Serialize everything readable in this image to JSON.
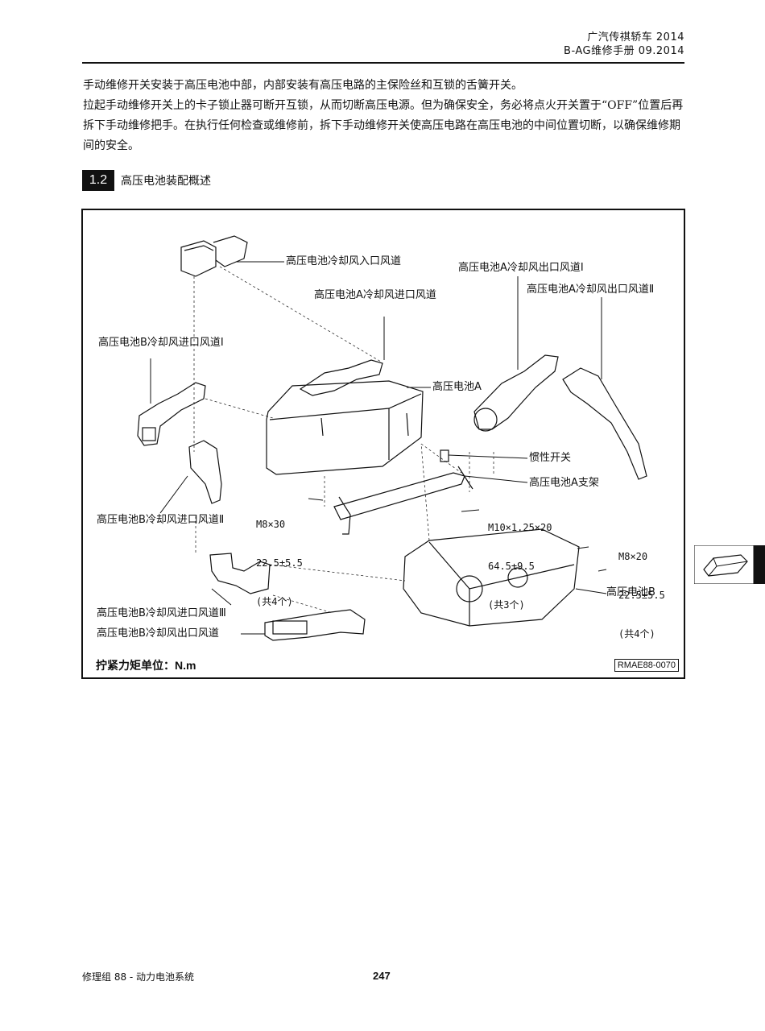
{
  "header": {
    "line1": "广汽传祺轿车 2014",
    "line2": "B-AG维修手册 09.2014"
  },
  "intro": [
    "手动维修开关安装于高压电池中部，内部安装有高压电路的主保险丝和互锁的舌簧开关。",
    "拉起手动维修开关上的卡子锁止器可断开互锁，从而切断高压电源。但为确保安全，务必将点火开关置于“OFF”位置后再拆下手动维修把手。在执行任何检查或维修前，拆下手动维修开关使高压电路在高压电池的中间位置切断，以确保维修期间的安全。"
  ],
  "section": {
    "number": "1.2",
    "title": "高压电池装配概述"
  },
  "figure": {
    "labels": {
      "b_inlet_top": "高压电池冷却风入口风道",
      "a_outlet_1": "高压电池A冷却风出口风道Ⅰ",
      "a_outlet_2": "高压电池A冷却风出口风道Ⅱ",
      "a_inlet": "高压电池A冷却风进口风道",
      "b_inlet_1": "高压电池B冷却风进口风道Ⅰ",
      "battery_a": "高压电池A",
      "inertia_switch": "惯性开关",
      "a_bracket": "高压电池A支架",
      "b_inlet_2": "高压电池B冷却风进口风道Ⅱ",
      "battery_b": "高压电池B",
      "b_inlet_3": "高压电池B冷却风进口风道Ⅲ",
      "b_outlet": "高压电池B冷却风出口风道"
    },
    "specs": {
      "bolt_left": {
        "size": "M8×30",
        "torque": "22.5±5.5",
        "qty": "(共4个)"
      },
      "bolt_mid": {
        "size": "M10×1.25×20",
        "torque": "64.5±9.5",
        "qty": "(共3个)"
      },
      "bolt_right": {
        "size": "M8×20",
        "torque": "22.5±5.5",
        "qty": "(共4个)"
      }
    },
    "torque_unit": "拧紧力矩单位：N.m",
    "code": "RMAE88-0070"
  },
  "footer": {
    "left": "修理组 88 -  动力电池系统",
    "page": "247"
  },
  "colors": {
    "ink": "#111111",
    "paper": "#ffffff"
  }
}
